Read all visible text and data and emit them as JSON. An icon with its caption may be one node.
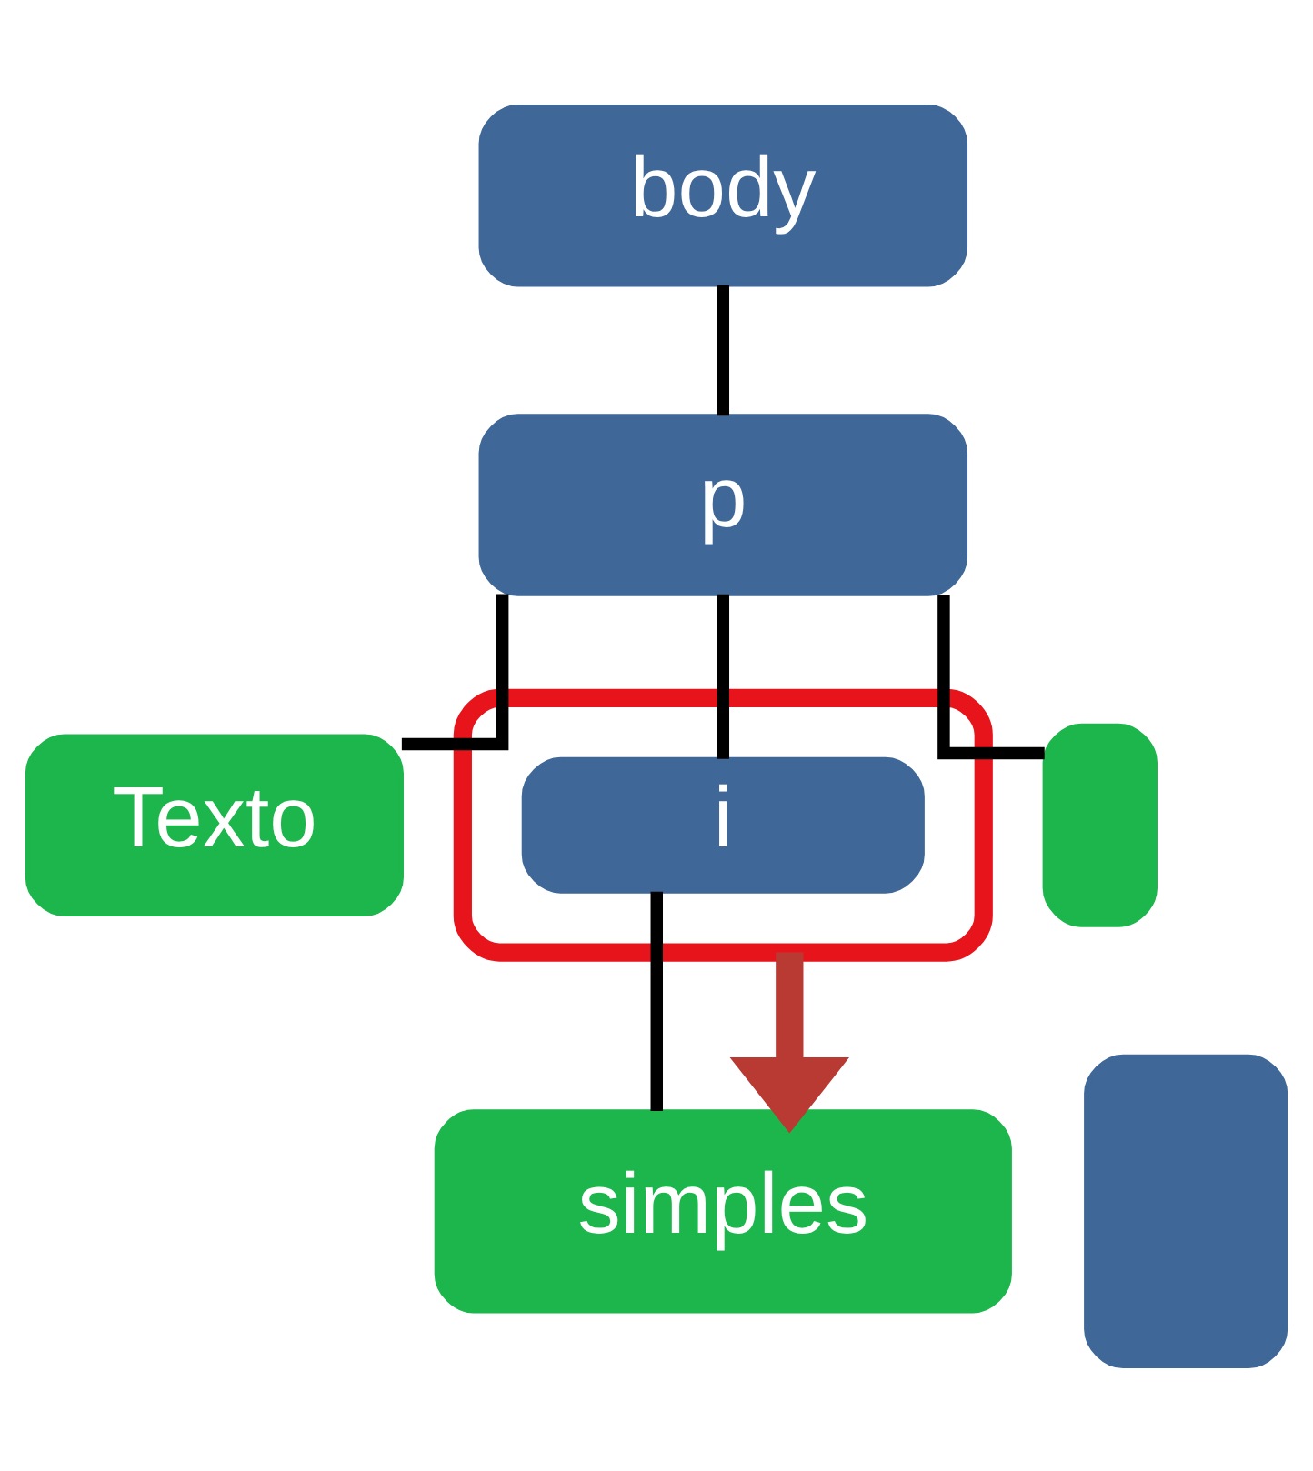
{
  "diagram": {
    "nodes": [
      {
        "text": [
          "body"
        ]
      },
      {
        "text": [
          "p"
        ]
      },
      {
        "text": [
          "Texto"
        ]
      },
      {
        "text": [],
        "shape": "box"
      },
      {
        "text": [
          "i"
        ],
        "in": 3
      },
      {
        "text": [],
        "shape": "box"
      },
      {
        "text": [
          "simples"
        ]
      },
      {
        "text": [],
        "shape": "box"
      }
    ],
    "edges": [
      {
        "from": 0,
        "to": 1,
        "arrow": "none"
      },
      {
        "from": 1,
        "to": 2,
        "arrow": "none"
      },
      {
        "from": 1,
        "to": 4,
        "arrow": "none"
      },
      {
        "from": 1,
        "to": 5,
        "arrow": "none"
      },
      {
        "from": 4,
        "to": 6,
        "arrow": "none"
      },
      {
        "from": 3,
        "to": 6,
        "arrow": "to",
        "style": "thick",
        "color": "#b83a32"
      }
    ]
  }
}
